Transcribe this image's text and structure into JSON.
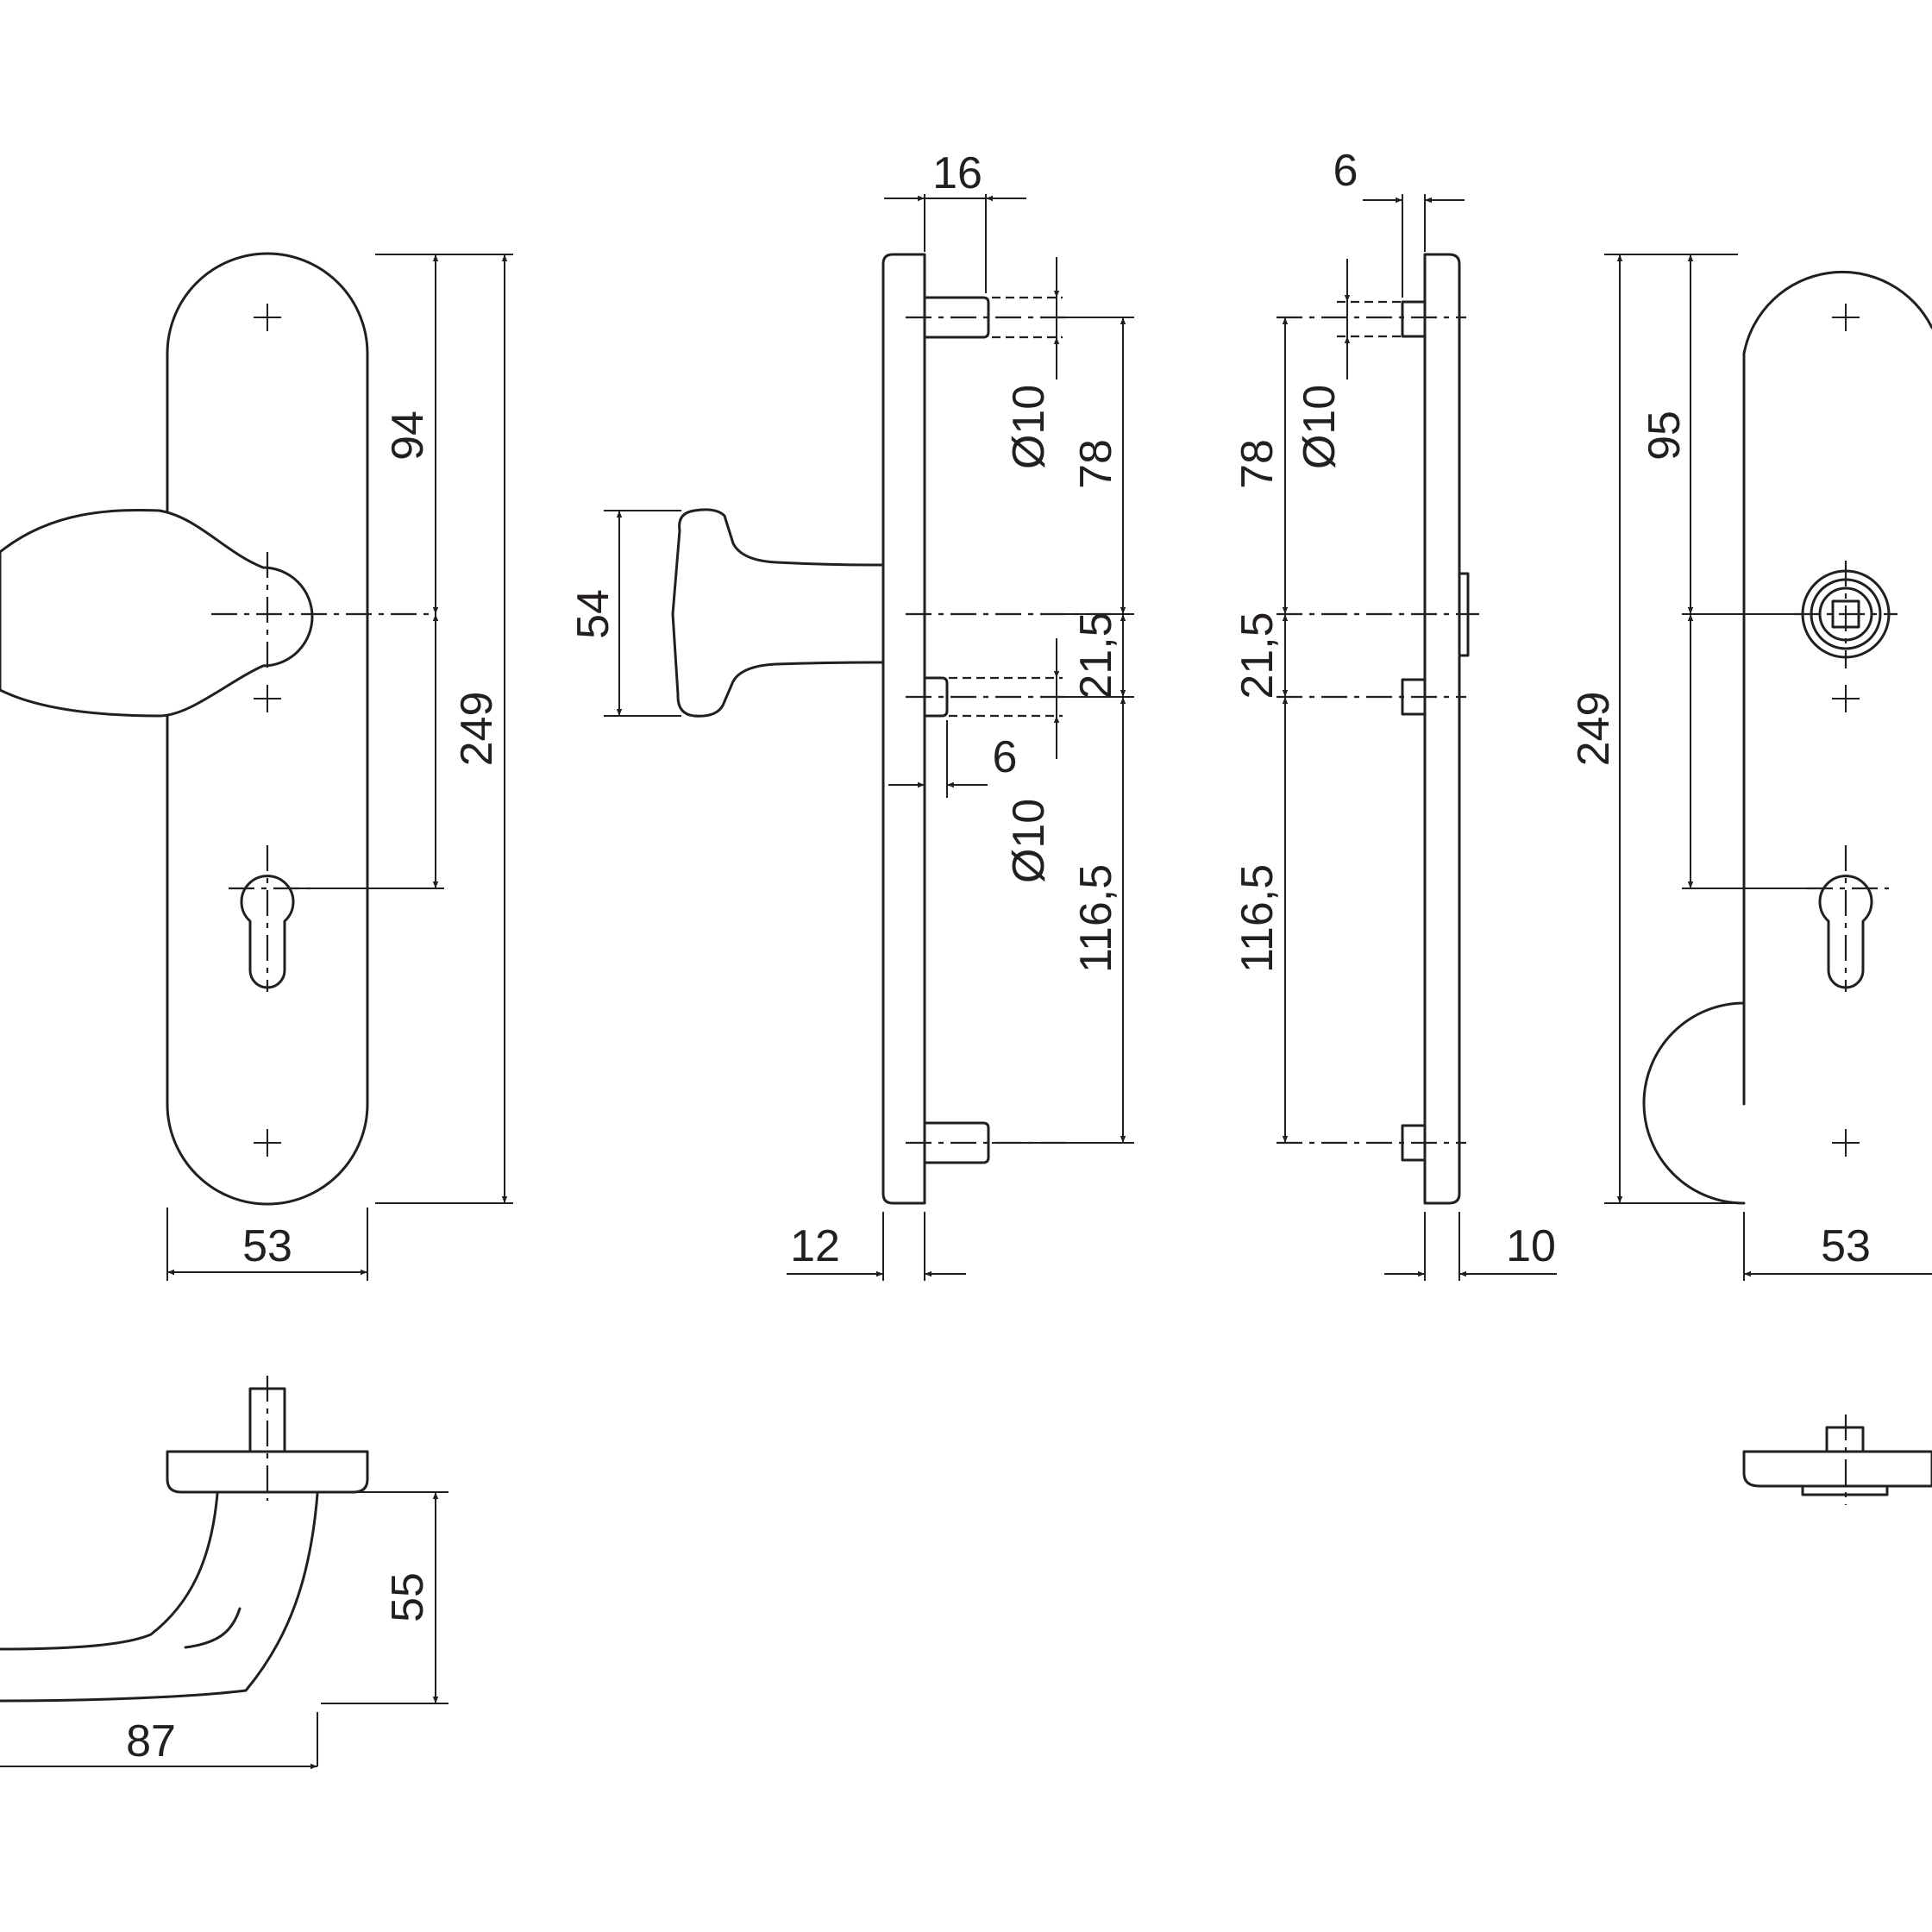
{
  "colors": {
    "line": "#231f20",
    "background": "#ffffff"
  },
  "dimensions": {
    "front_left": {
      "width": "53",
      "upper_distance": "94",
      "height": "249"
    },
    "side_left": {
      "pin_offset": "16",
      "pin_diameter_top": "Ø10",
      "pin_diameter_mid": "Ø10",
      "spacing_top": "78",
      "spacing_mid": "21,5",
      "spacing_low": "116,5",
      "pin_short": "6",
      "plate_thickness": "12",
      "knob_height": "54"
    },
    "side_right": {
      "pin_offset": "6",
      "pin_diameter": "Ø10",
      "spacing_top": "78",
      "spacing_mid": "21,5",
      "spacing_low": "116,5",
      "plate_thickness": "10"
    },
    "front_right": {
      "width": "53",
      "upper_distance": "95",
      "height": "249"
    },
    "lever_top": {
      "projection": "55",
      "length": "87"
    }
  }
}
